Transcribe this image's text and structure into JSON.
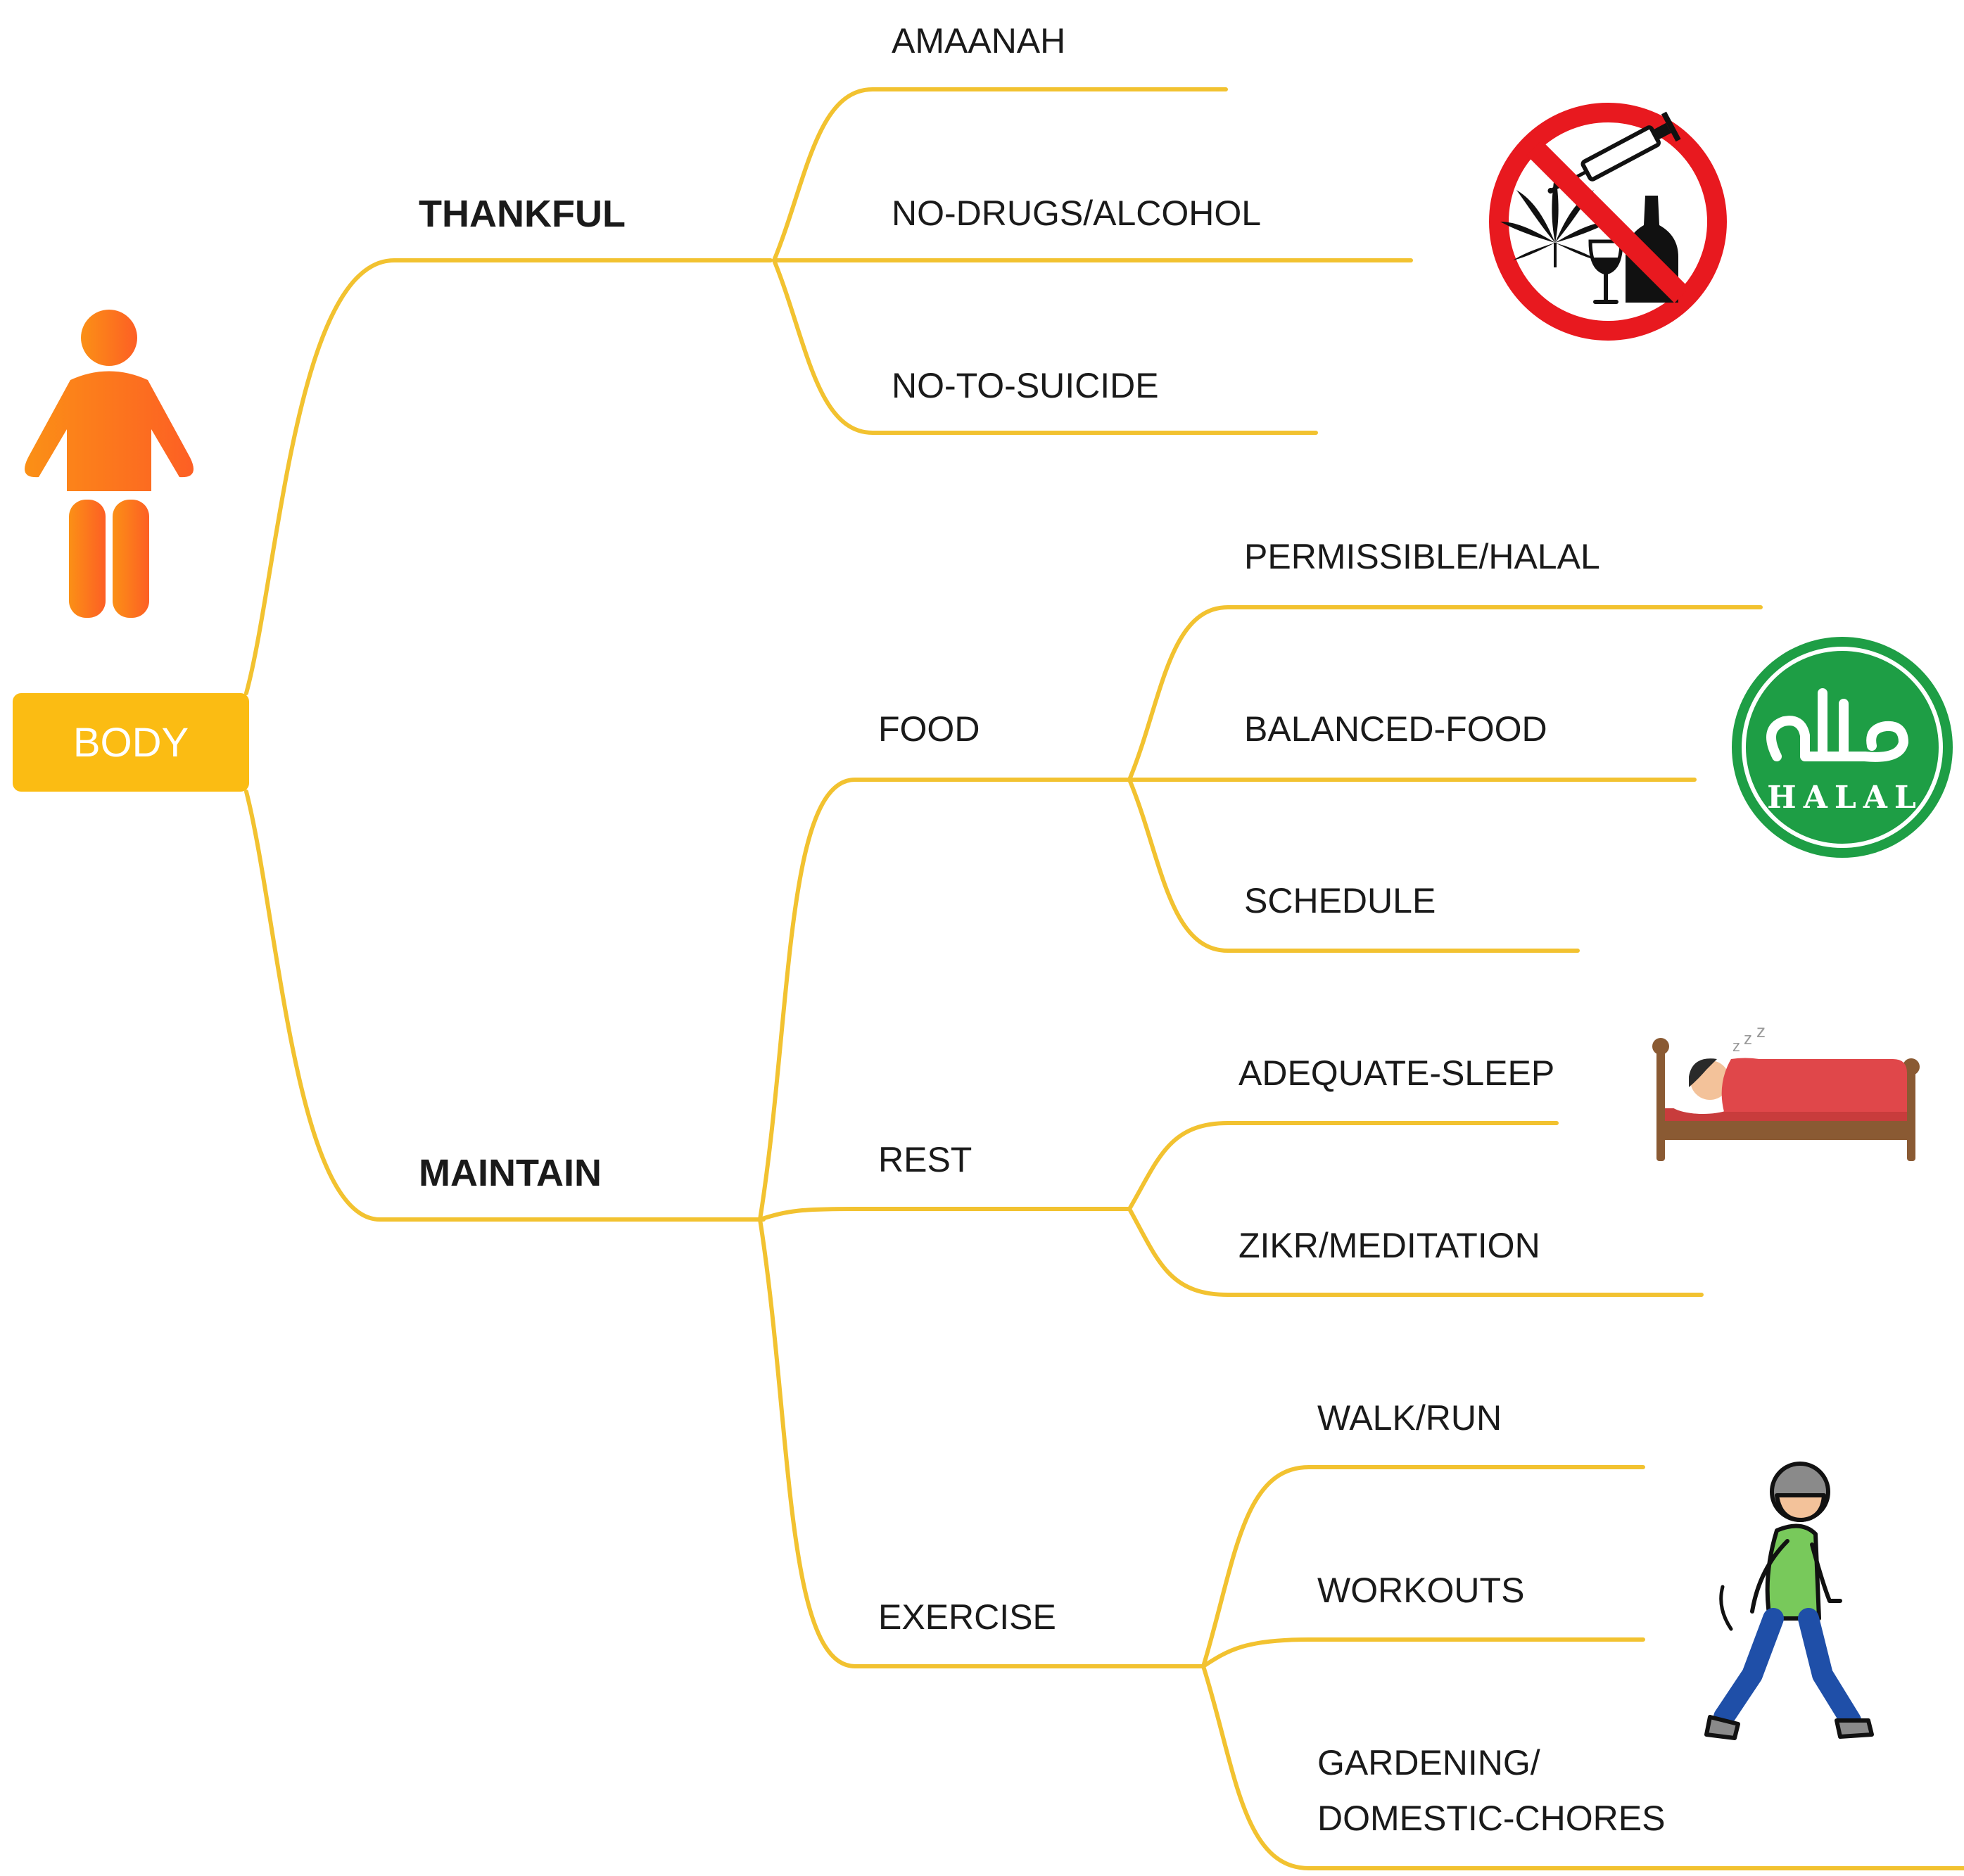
{
  "root": {
    "label": "BODY"
  },
  "branches": {
    "thankful": {
      "label": "THANKFUL",
      "children": [
        "AMAANAH",
        "NO-DRUGS/ALCOHOL",
        "NO-TO-SUICIDE"
      ]
    },
    "maintain": {
      "label": "MAINTAIN",
      "food": {
        "label": "FOOD",
        "children": [
          "PERMISSIBLE/HALAL",
          "BALANCED-FOOD",
          "SCHEDULE"
        ]
      },
      "rest": {
        "label": "REST",
        "children": [
          "ADEQUATE-SLEEP",
          "ZIKR/MEDITATION"
        ]
      },
      "exercise": {
        "label": "EXERCISE",
        "children": [
          "WALK/RUN",
          "WORKOUTS",
          "GARDENING/",
          "DOMESTIC-CHORES"
        ]
      }
    }
  },
  "halal_badge": {
    "latin": "HALAL"
  },
  "colors": {
    "branch_line": "#f2c230",
    "root_box": "#fbbc13",
    "person_icon": "#fb7b1c",
    "no_sign": "#e8191f",
    "halal_green": "#1e9e45"
  },
  "icons": [
    "person-icon",
    "no-drugs-alcohol-icon",
    "halal-badge-icon",
    "sleeping-in-bed-icon",
    "walking-person-icon"
  ]
}
